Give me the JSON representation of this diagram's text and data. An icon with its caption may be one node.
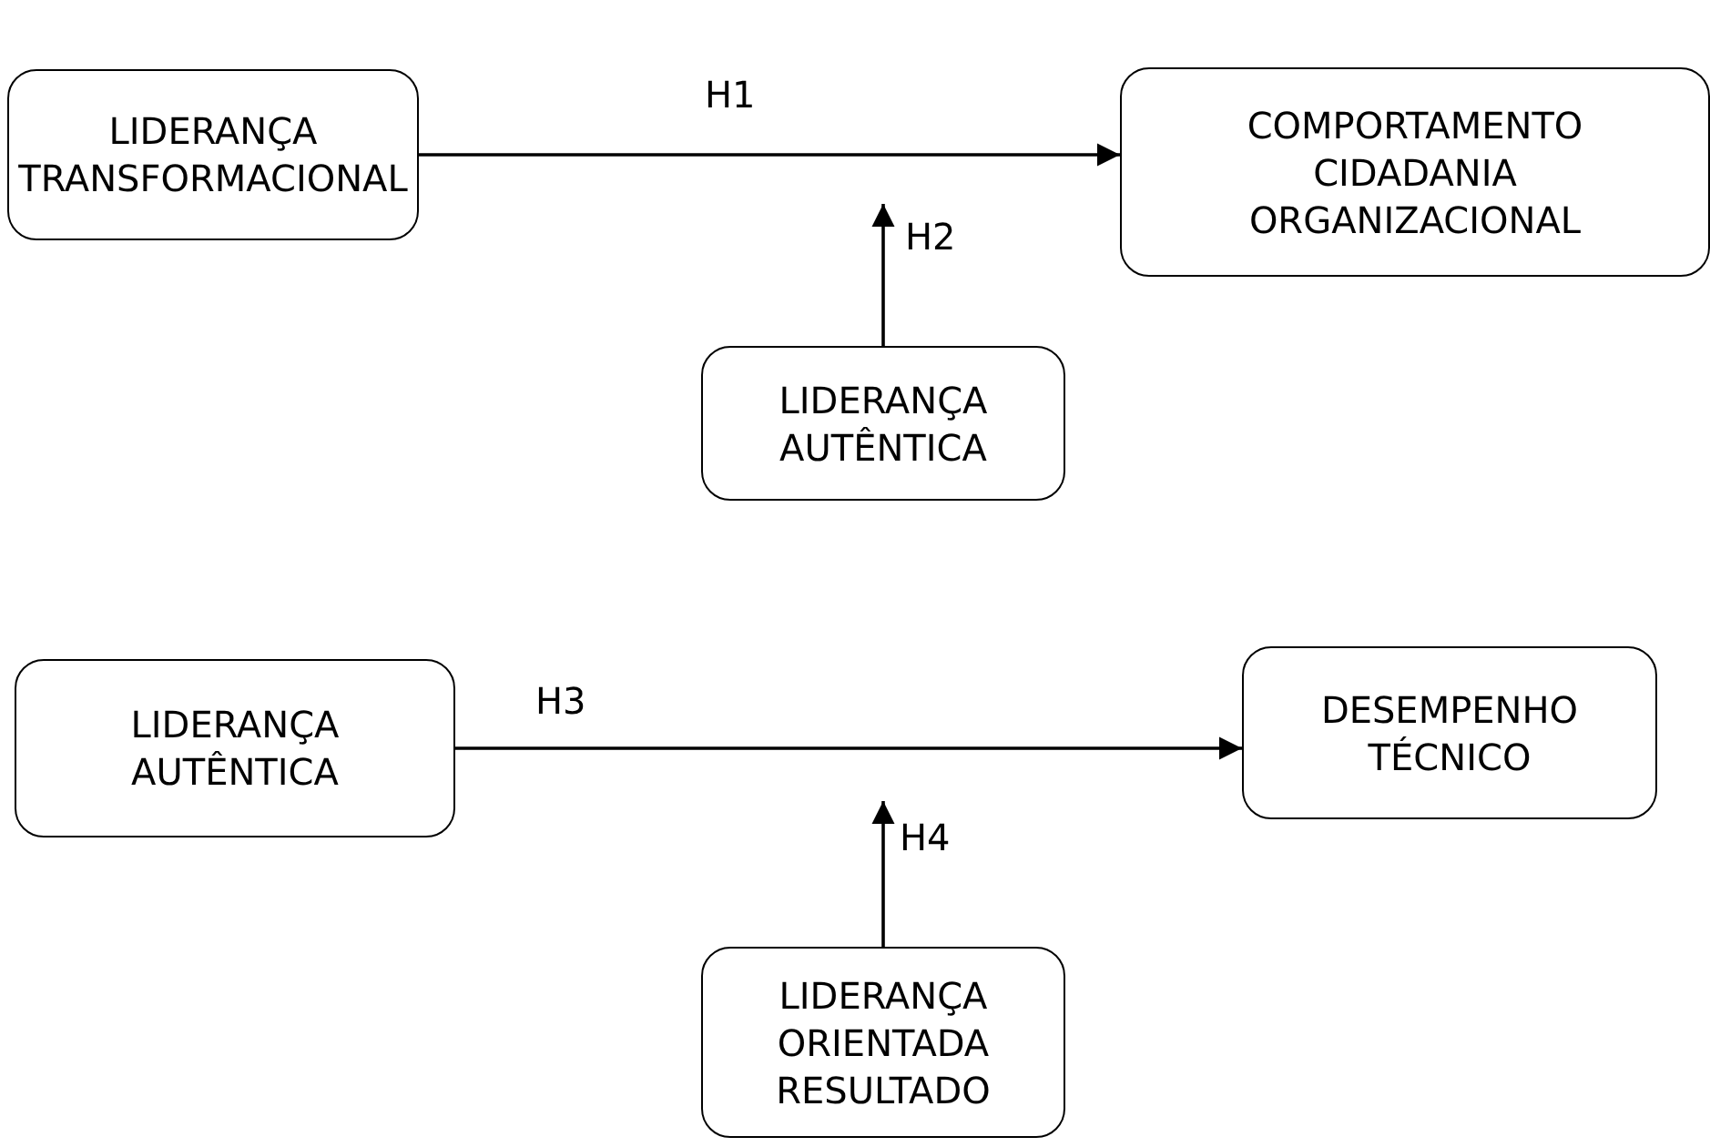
{
  "diagram": {
    "nodes": [
      {
        "text": [
          "LIDERANÇA TRANSFORMACIONAL"
        ]
      },
      {
        "text": [
          "COMPORTAMENTO CIDADANIA ORGANIZACIONAL"
        ]
      },
      {
        "text": [
          "LIDERANÇA AUTÊNTICA"
        ]
      },
      {
        "text": [
          "LIDERANÇA AUTÊNTICA"
        ]
      },
      {
        "text": [
          "DESEMPENHO TÉCNICO"
        ]
      },
      {
        "text": [
          "LIDERANÇA ORIENTADA RESULTADO"
        ]
      }
    ],
    "edges": [
      {
        "from": 0,
        "to": 1,
        "arrow": "to",
        "label": "H1"
      },
      {
        "from": 2,
        "to": null,
        "arrow": "to",
        "label": "H2"
      },
      {
        "from": 3,
        "to": 4,
        "arrow": "to",
        "label": "H3"
      },
      {
        "from": 5,
        "to": null,
        "arrow": "to",
        "label": "H4"
      }
    ]
  }
}
